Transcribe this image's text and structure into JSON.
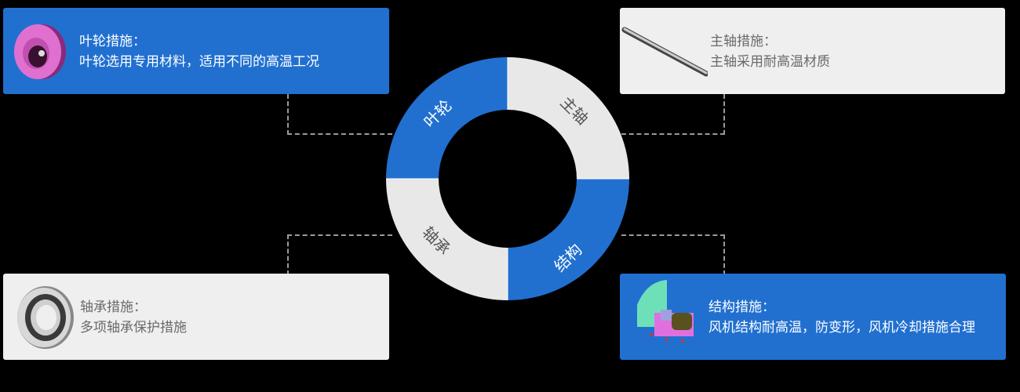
{
  "colors": {
    "accent_blue": "#2170d0",
    "light_gray": "#e8e8e8",
    "card_gray": "#efefef",
    "text_gray": "#6a6a6a",
    "background": "#000000",
    "connector": "#9a9a9a"
  },
  "ring": {
    "segments": [
      {
        "label": "叶轮",
        "position": "top-left",
        "color": "#2170d0"
      },
      {
        "label": "主轴",
        "position": "top-right",
        "color": "#e8e8e8"
      },
      {
        "label": "结构",
        "position": "bottom-right",
        "color": "#2170d0"
      },
      {
        "label": "轴承",
        "position": "bottom-left",
        "color": "#e8e8e8"
      }
    ]
  },
  "cards": {
    "impeller": {
      "title": "叶轮措施：",
      "desc": "叶轮选用专用材料，适用不同的高温工况",
      "icon": "impeller-image"
    },
    "shaft": {
      "title": "主轴措施：",
      "desc": "主轴采用耐高温材质",
      "icon": "shaft-image"
    },
    "bearing": {
      "title": "轴承措施：",
      "desc": "多项轴承保护措施",
      "icon": "bearing-image"
    },
    "structure": {
      "title": "结构措施：",
      "desc": "风机结构耐高温，防变形，风机冷却措施合理",
      "icon": "fan-machine-image"
    }
  }
}
